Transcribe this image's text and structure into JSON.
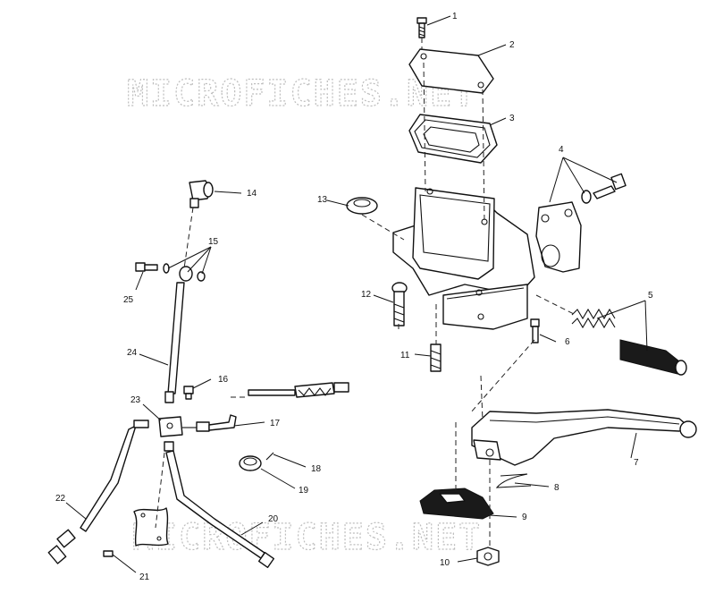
{
  "watermark": {
    "text": "MICROFICHES.NET"
  },
  "callouts": [
    "1",
    "2",
    "3",
    "4",
    "5",
    "6",
    "7",
    "8",
    "9",
    "10",
    "11",
    "12",
    "13",
    "14",
    "15",
    "16",
    "17",
    "18",
    "19",
    "20",
    "21",
    "22",
    "23",
    "24",
    "25"
  ]
}
